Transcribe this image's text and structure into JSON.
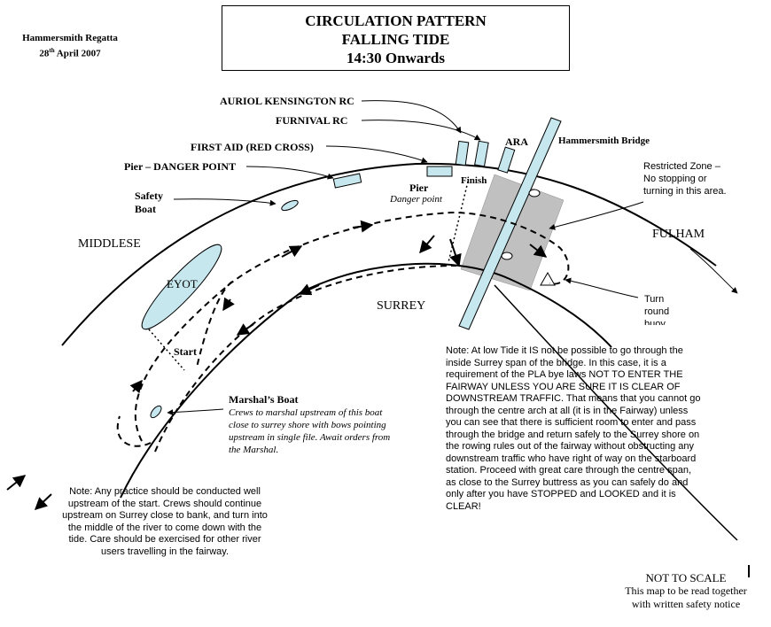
{
  "header": {
    "event": "Hammersmith Regatta",
    "date_day": "28",
    "date_suffix": "th",
    "date_rest": " April 2007"
  },
  "title": {
    "line1": "CIRCULATION PATTERN",
    "line2": "FALLING TIDE",
    "line3": "14:30 Onwards"
  },
  "labels": {
    "auriol": "AURIOL KENSINGTON RC",
    "furnival": "FURNIVAL RC",
    "first_aid": "FIRST AID (RED CROSS)",
    "pier_danger": "Pier – DANGER POINT",
    "safety_boat_1": "Safety",
    "safety_boat_2": "Boat",
    "ara": "ARA",
    "hammersmith_bridge": "Hammersmith Bridge",
    "pier": "Pier",
    "danger_point": "Danger point",
    "finish": "Finish",
    "eyot": "EYOT",
    "start": "Start",
    "marshals_boat": "Marshal’s Boat",
    "marshal_note": "Crews to marshal upstream of this boat close to surrey shore with bows pointing  upstream in single file.  Await orders from the Marshal.",
    "turn_round_buoy_1": "Turn",
    "turn_round_buoy_2": "round",
    "turn_round_buoy_3": "buoy"
  },
  "regions": {
    "middlesex": "MIDDLESE",
    "surrey": "SURREY",
    "fulham": "FULHAM"
  },
  "restricted_zone": {
    "line1": "Restricted Zone –",
    "line2": "No stopping or",
    "line3": "turning in this area."
  },
  "notes": {
    "low_tide": "Note: At low Tide it IS not be possible to go through the inside Surrey span of the bridge. In this case, it is a requirement of the PLA bye laws NOT TO ENTER THE FAIRWAY UNLESS YOU ARE SURE IT IS CLEAR OF DOWNSTREAM TRAFFIC. That means that you cannot go through the centre arch at all (it is in the Fairway) unless you can see that there is sufficient room to enter and pass through the bridge and return safely to the Surrey shore on the rowing rules out of the fairway without obstructing any downstream traffic who have right of way on the starboard station. Proceed with great care through the centre span, as close to the Surrey buttress as you can safely do and only after you have STOPPED  and LOOKED and it is CLEAR!",
    "practice": "Note: Any practice should be conducted well upstream of the start. Crews should continue upstream on Surrey close to bank, and turn into the middle of the river to come down with the tide. Care should be exercised for other river users travelling in the fairway."
  },
  "footer": {
    "not_to_scale": "NOT TO SCALE",
    "read_together_1": "This map to be read together",
    "read_together_2": "with written safety notice"
  },
  "colors": {
    "water_feature": "#c6e7ee",
    "restricted_zone": "#c0c0c0",
    "ink": "#000000"
  }
}
